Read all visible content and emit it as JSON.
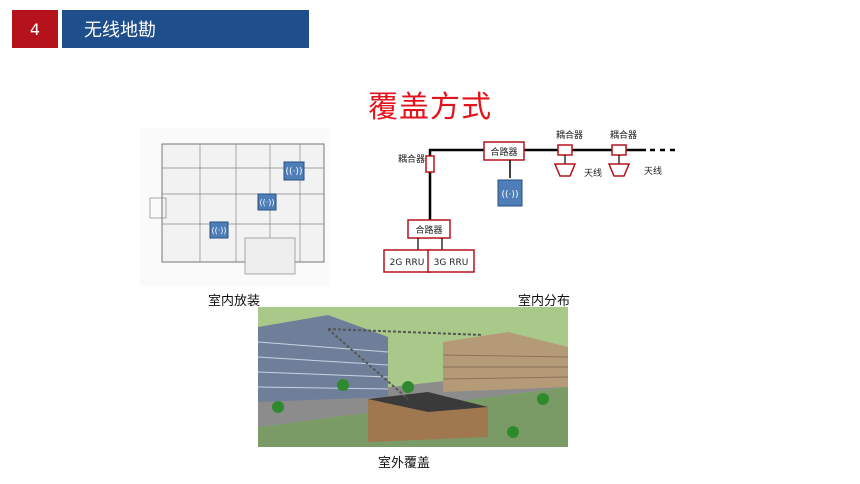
{
  "header": {
    "section_number": "4",
    "section_title": "无线地勘"
  },
  "slide": {
    "heading": "覆盖方式"
  },
  "captions": {
    "indoor_installation": "室内放装",
    "indoor_distribution": "室内分布",
    "outdoor_coverage": "室外覆盖"
  },
  "diagram": {
    "coupler_left": "耦合器",
    "combiner_top": "合路器",
    "combiner_bottom": "合路器",
    "coupler_1": "耦合器",
    "coupler_2": "耦合器",
    "antenna_1": "天线",
    "antenna_2": "天线",
    "rru_2g": "2G RRU",
    "rru_3g": "3G RRU"
  },
  "colors": {
    "accent_red": "#b5121b",
    "title_blue": "#1f4e8c",
    "heading_red": "#e3121b"
  }
}
